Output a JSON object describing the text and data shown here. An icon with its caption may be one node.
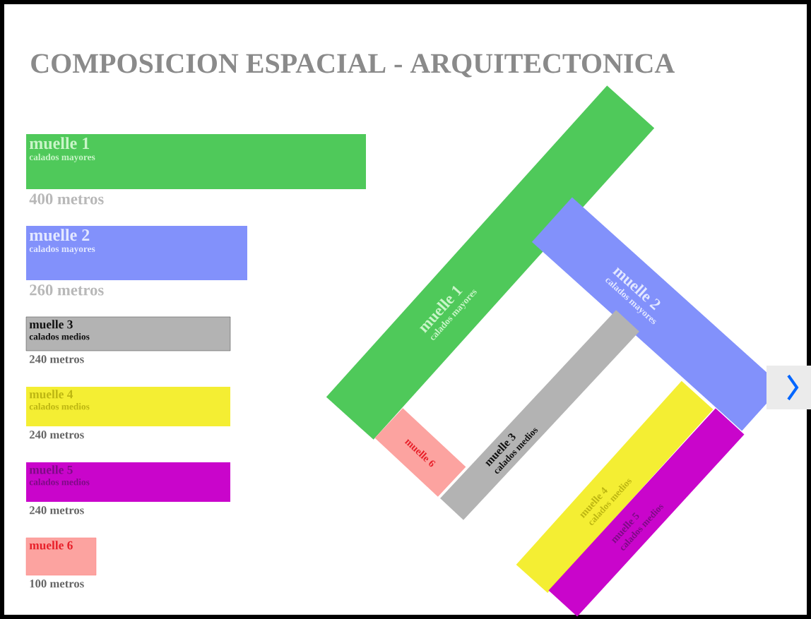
{
  "diagram": {
    "title": "COMPOSICION ESPACIAL - ARQUITECTONICA",
    "nodes": [
      {
        "text": [
          "muelle 1",
          "calados mayores"
        ],
        "beside": [
          "400 metros"
        ]
      },
      {
        "text": [
          "muelle 2",
          "calados mayores"
        ],
        "beside": [
          "260 metros"
        ]
      },
      {
        "text": [
          "muelle 3",
          "calados medios"
        ],
        "beside": [
          "240 metros"
        ]
      },
      {
        "text": [
          "muelle 4",
          "calados medios"
        ],
        "beside": [
          "240 metros"
        ]
      },
      {
        "text": [
          "muelle 5",
          "calados medios"
        ],
        "beside": [
          "240 metros"
        ]
      },
      {
        "text": [
          "muelle 6"
        ],
        "beside": [
          "100 metros"
        ]
      },
      {
        "text": [
          "muelle 1",
          "calados mayores"
        ]
      },
      {
        "text": [
          "muelle 2",
          "calados mayores"
        ]
      },
      {
        "text": [
          "muelle 3",
          "calados medios"
        ]
      },
      {
        "text": [
          "muelle 6"
        ]
      },
      {
        "text": [
          "muelle 4",
          "calados medios"
        ]
      },
      {
        "text": [
          "muelle 5",
          "calados medios"
        ]
      }
    ]
  }
}
